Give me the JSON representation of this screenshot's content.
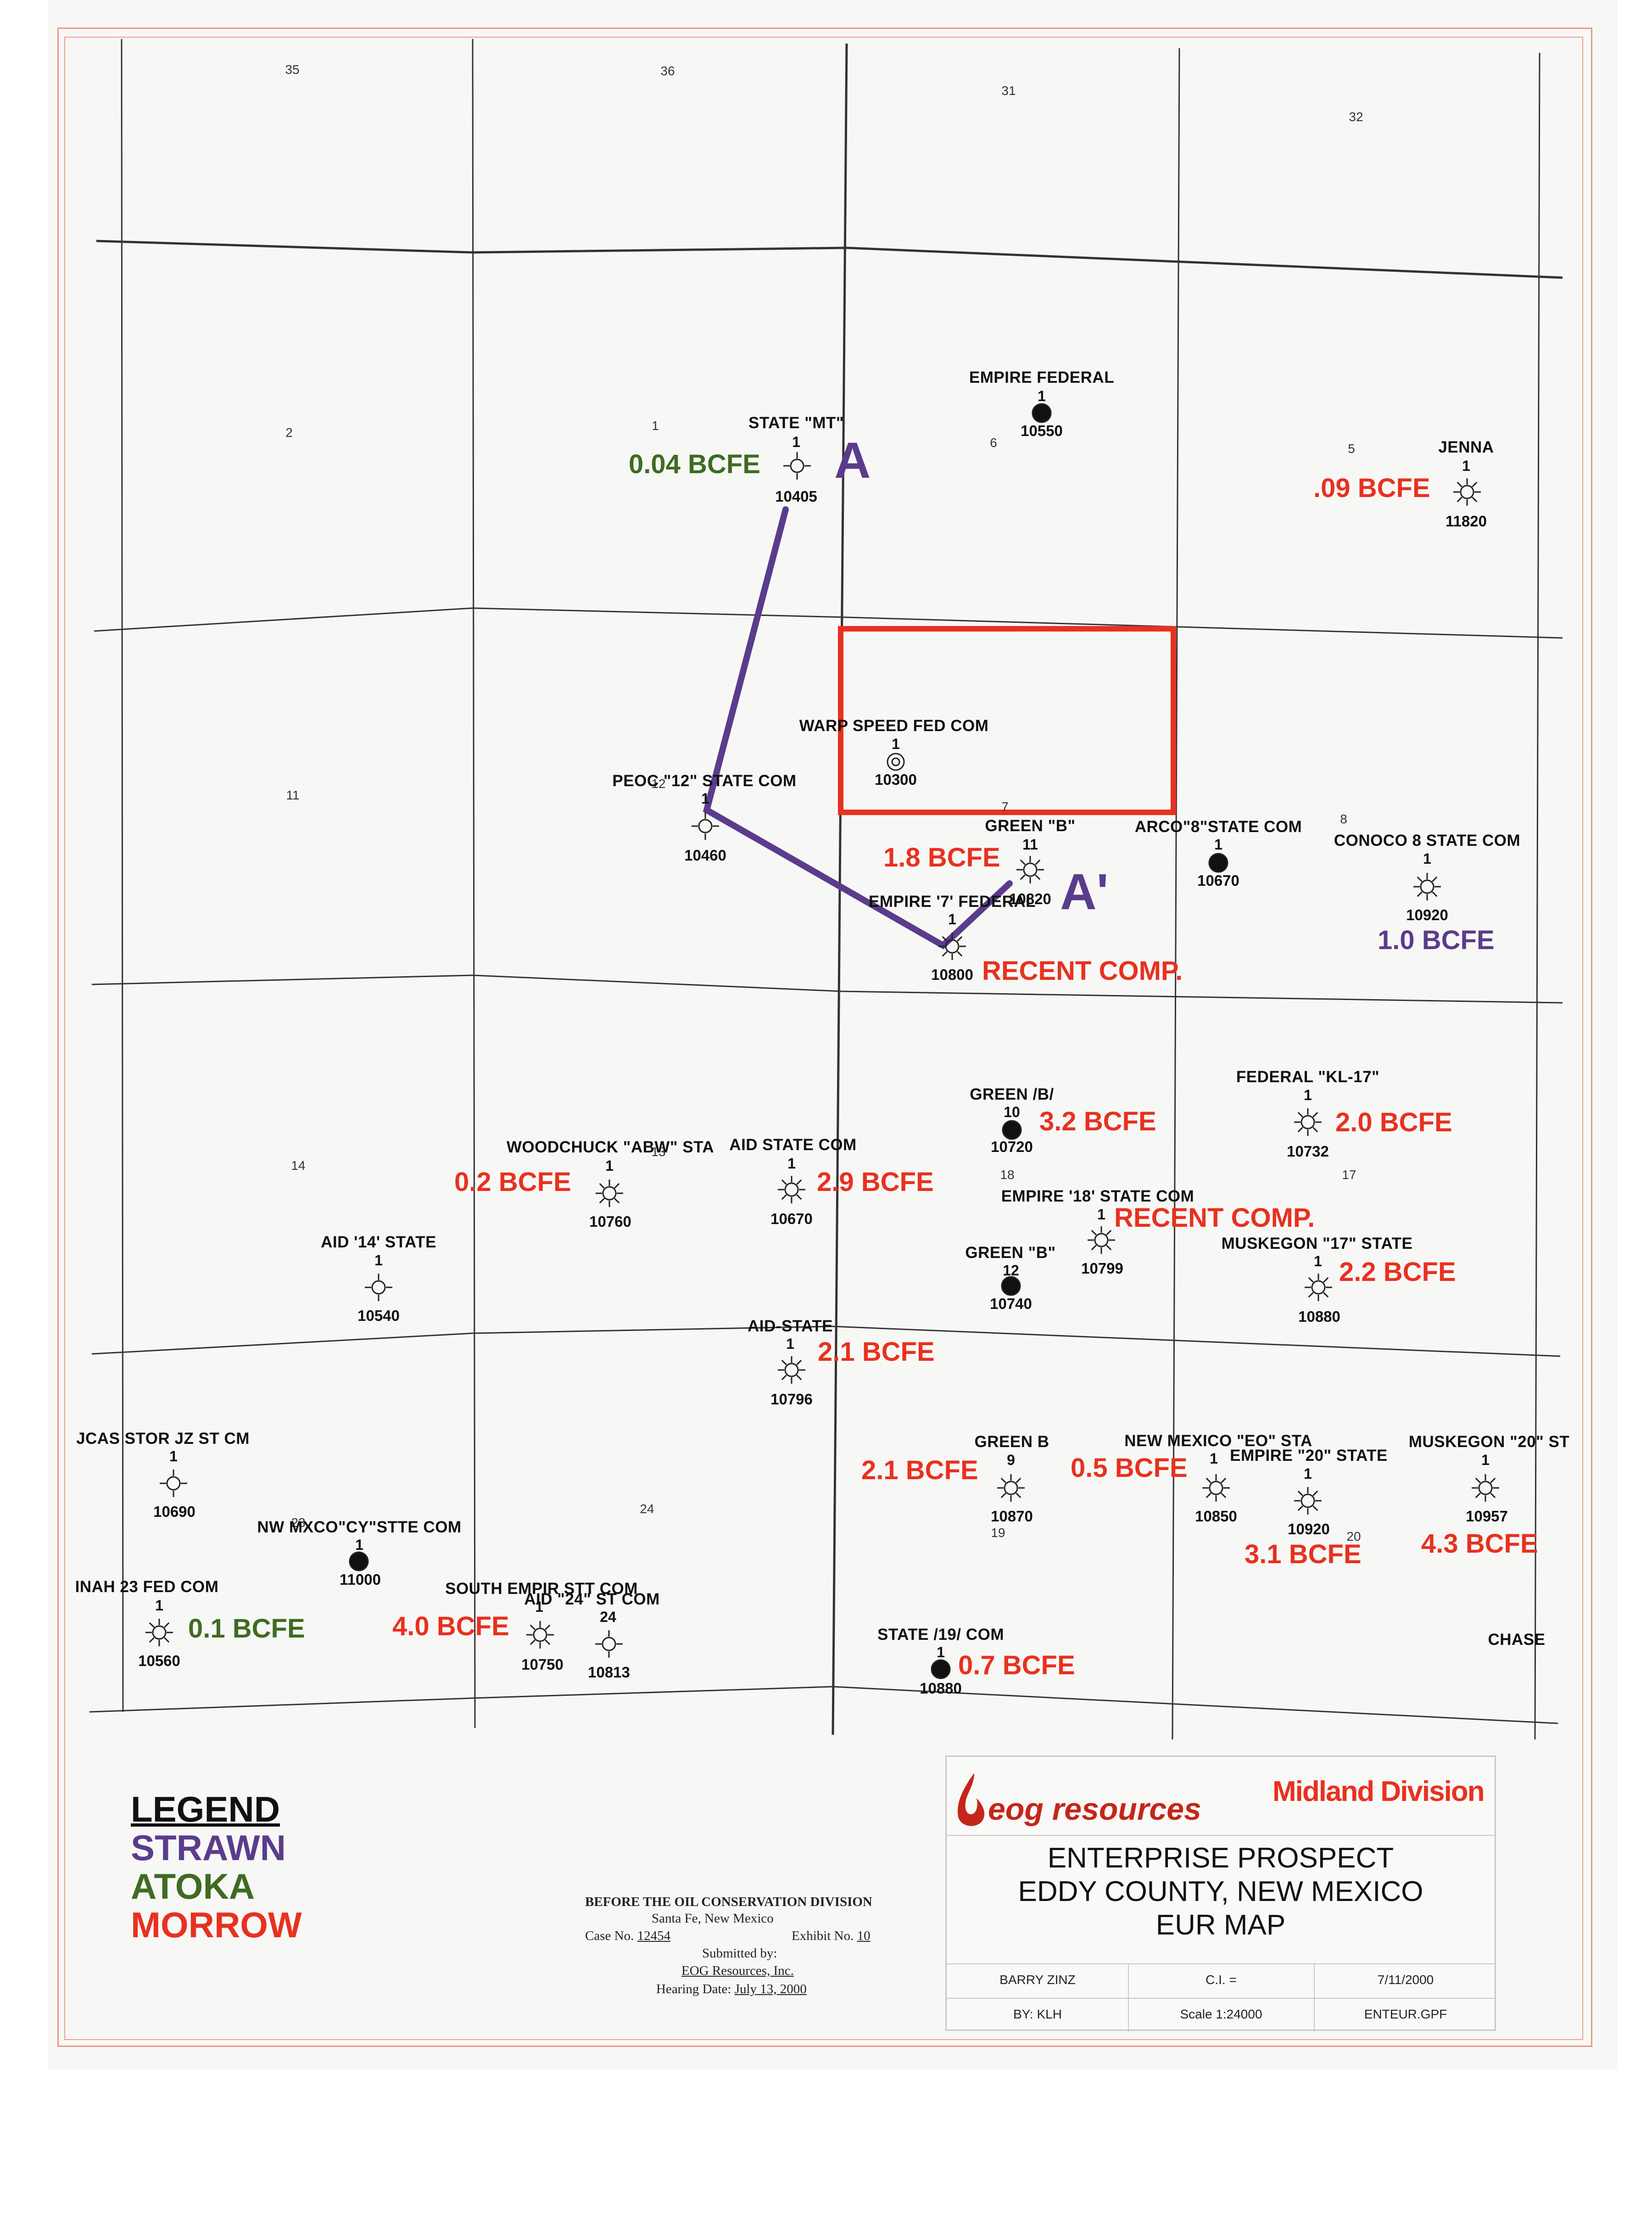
{
  "map": {
    "section_numbers": [
      "35",
      "36",
      "31",
      "32",
      "2",
      "1",
      "6",
      "5",
      "11",
      "12",
      "7",
      "8",
      "14",
      "13",
      "18",
      "17",
      "23",
      "24",
      "19",
      "20"
    ],
    "cross_section": {
      "start": "A",
      "end": "A'"
    },
    "wells": [
      {
        "name": "EMPIRE FEDERAL",
        "number": "1",
        "depth": "10550",
        "symbol": "oil"
      },
      {
        "name": "STATE \"MT\"",
        "number": "1",
        "depth": "10405",
        "symbol": "dry-gas"
      },
      {
        "name": "JENNA",
        "number": "1",
        "depth": "11820",
        "symbol": "gas"
      },
      {
        "name": "WARP SPEED FED COM",
        "number": "1",
        "depth": "10300",
        "symbol": "location"
      },
      {
        "name": "PEOC \"12\" STATE COM",
        "number": "1",
        "depth": "10460",
        "symbol": "dry"
      },
      {
        "name": "GREEN \"B\"",
        "number": "11",
        "depth": "10820",
        "symbol": "gas"
      },
      {
        "name": "ARCO\"8\"STATE COM",
        "number": "1",
        "depth": "10670",
        "symbol": "oil"
      },
      {
        "name": "CONOCO 8 STATE COM",
        "number": "1",
        "depth": "10920",
        "symbol": "gas"
      },
      {
        "name": "EMPIRE '7' FEDERAL",
        "number": "1",
        "depth": "10800",
        "symbol": "gas"
      },
      {
        "name": "GREEN /B/",
        "number": "10",
        "depth": "10720",
        "symbol": "oil"
      },
      {
        "name": "FEDERAL \"KL-17\"",
        "number": "1",
        "depth": "10732",
        "symbol": "gas"
      },
      {
        "name": "WOODCHUCK \"ABW\" STA",
        "number": "1",
        "depth": "10760",
        "symbol": "gas"
      },
      {
        "name": "AID STATE COM",
        "number": "1",
        "depth": "10670",
        "symbol": "gas"
      },
      {
        "name": "EMPIRE '18' STATE COM",
        "number": "1",
        "depth": "10799",
        "symbol": "gas"
      },
      {
        "name": "AID '14' STATE",
        "number": "1",
        "depth": "10540",
        "symbol": "dry"
      },
      {
        "name": "GREEN \"B\"",
        "number": "12",
        "depth": "10740",
        "symbol": "oil"
      },
      {
        "name": "MUSKEGON \"17\" STATE",
        "number": "1",
        "depth": "10880",
        "symbol": "gas"
      },
      {
        "name": "AID-STATE",
        "number": "1",
        "depth": "10796",
        "symbol": "gas"
      },
      {
        "name": "JCAS STOR JZ ST CM",
        "number": "1",
        "depth": "10690",
        "symbol": "dry"
      },
      {
        "name": "GREEN B",
        "number": "9",
        "depth": "10870",
        "symbol": "gas"
      },
      {
        "name": "NEW MEXICO \"EO\" STA",
        "number": "1",
        "depth": "10850",
        "symbol": "gas"
      },
      {
        "name": "EMPIRE \"20\" STATE",
        "number": "1",
        "depth": "10920",
        "symbol": "gas"
      },
      {
        "name": "MUSKEGON \"20\" ST",
        "number": "1",
        "depth": "10957",
        "symbol": "gas"
      },
      {
        "name": "NW MXCO\"CY\"STTE COM",
        "number": "1",
        "depth": "11000",
        "symbol": "oil"
      },
      {
        "name": "INAH 23 FED COM",
        "number": "1",
        "depth": "10560",
        "symbol": "gas"
      },
      {
        "name": "SOUTH EMPIR STT COM",
        "number": "1",
        "depth": "10750",
        "symbol": "gas"
      },
      {
        "name": "AID \"24\" ST COM",
        "number": "24",
        "depth": "10813",
        "symbol": "dry-gas"
      },
      {
        "name": "STATE /19/ COM",
        "number": "1",
        "depth": "10880",
        "symbol": "oil"
      },
      {
        "name": "CHASE",
        "number": "",
        "depth": "",
        "symbol": "none"
      }
    ],
    "eur_labels": [
      {
        "text": "0.04 BCFE",
        "zone": "atoka"
      },
      {
        "text": ".09 BCFE",
        "zone": "morrow"
      },
      {
        "text": "1.8 BCFE",
        "zone": "morrow"
      },
      {
        "text": "1.0 BCFE",
        "zone": "strawn"
      },
      {
        "text": "RECENT COMP.",
        "zone": "morrow"
      },
      {
        "text": "3.2 BCFE",
        "zone": "morrow"
      },
      {
        "text": "2.0 BCFE",
        "zone": "morrow"
      },
      {
        "text": "0.2 BCFE",
        "zone": "morrow"
      },
      {
        "text": "2.9 BCFE",
        "zone": "morrow"
      },
      {
        "text": "RECENT COMP.",
        "zone": "morrow"
      },
      {
        "text": "2.2 BCFE",
        "zone": "morrow"
      },
      {
        "text": "2.1 BCFE",
        "zone": "morrow"
      },
      {
        "text": "2.1 BCFE",
        "zone": "morrow"
      },
      {
        "text": "0.5 BCFE",
        "zone": "morrow"
      },
      {
        "text": "3.1 BCFE",
        "zone": "morrow"
      },
      {
        "text": "4.3 BCFE",
        "zone": "morrow"
      },
      {
        "text": "0.1 BCFE",
        "zone": "atoka"
      },
      {
        "text": "4.0 BCFE",
        "zone": "morrow"
      },
      {
        "text": "0.7 BCFE",
        "zone": "morrow"
      }
    ],
    "colors": {
      "strawn": "#5b3c8c",
      "atoka": "#3f6b22",
      "morrow": "#e8311f",
      "prospect_box": "#e8311f"
    }
  },
  "legend": {
    "title": "LEGEND",
    "items": [
      {
        "label": "STRAWN",
        "color": "#5b3c8c"
      },
      {
        "label": "ATOKA",
        "color": "#3f6b22"
      },
      {
        "label": "MORROW",
        "color": "#e8311f"
      }
    ]
  },
  "exhibit_stamp": {
    "line1": "BEFORE THE OIL CONSERVATION DIVISION",
    "line2": "Santa Fe, New Mexico",
    "case_label": "Case No.",
    "case_no": "12454",
    "exhibit_label": "Exhibit No.",
    "exhibit_no": "10",
    "submitted_by": "Submitted by:",
    "company": "EOG Resources, Inc.",
    "hearing_label": "Hearing Date:",
    "hearing_date": "July 13, 2000"
  },
  "title_block": {
    "company": "eog resources",
    "division": "Midland Division",
    "line1": "ENTERPRISE PROSPECT",
    "line2": "EDDY COUNTY, NEW MEXICO",
    "line3": "EUR MAP",
    "author": "BARRY ZINZ",
    "ci": "C.I. =",
    "date": "7/11/2000",
    "by": "BY:  KLH",
    "scale": "Scale  1:24000",
    "file": "ENTEUR.GPF"
  }
}
